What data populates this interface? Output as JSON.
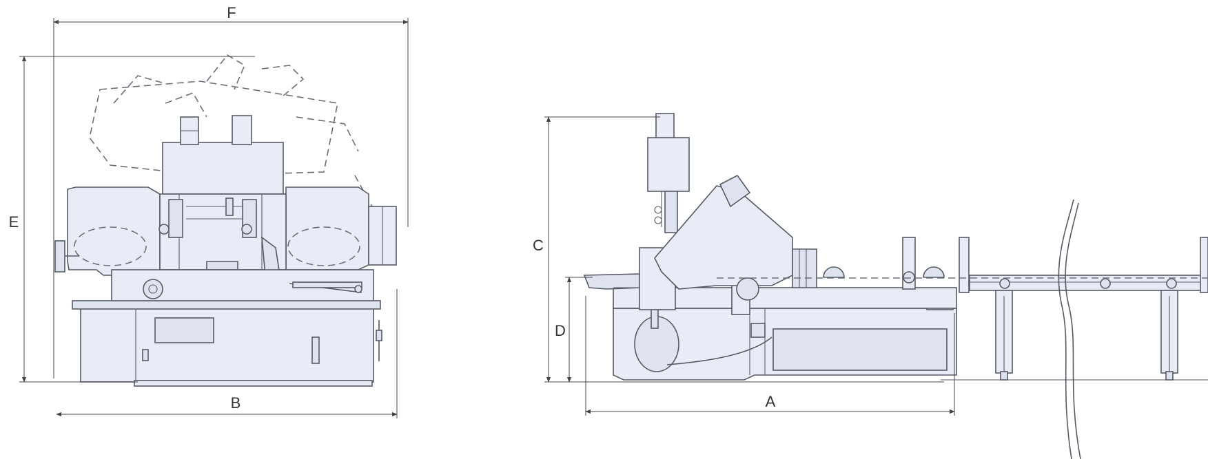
{
  "labels": {
    "F": "F",
    "E": "E",
    "B": "B",
    "C": "C",
    "D": "D",
    "A": "A"
  },
  "colors": {
    "outline": "#555a66",
    "fill": "#e9ecf6",
    "dimension": "#444444"
  }
}
